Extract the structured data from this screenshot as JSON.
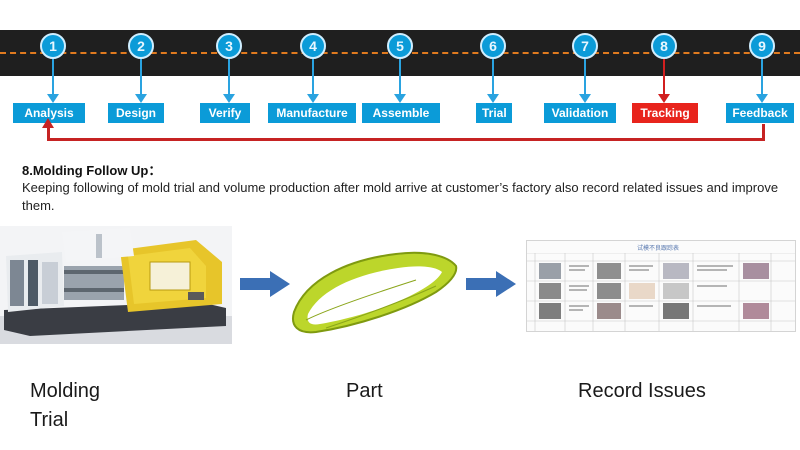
{
  "process": {
    "markers": [
      "1",
      "2",
      "3",
      "4",
      "5",
      "6",
      "7",
      "8",
      "9"
    ],
    "steps": [
      {
        "label": "Analysis"
      },
      {
        "label": "Design"
      },
      {
        "label": "Verify"
      },
      {
        "label": "Manufacture"
      },
      {
        "label": "Assemble"
      },
      {
        "label": "Trial"
      },
      {
        "label": "Validation"
      },
      {
        "label": "Tracking"
      },
      {
        "label": "Feedback"
      }
    ],
    "active_step": "Tracking",
    "colors": {
      "road": "#1f1f1f",
      "accent": "#0b9bd8",
      "active": "#e8241c",
      "loop": "#c62323",
      "dash": "#e07a1f"
    }
  },
  "section": {
    "heading": "8.Molding Follow Up：",
    "description": "Keeping following of mold trial and volume production after mold arrive at customer’s factory also record related issues and improve them."
  },
  "flow": {
    "items": [
      {
        "caption_line1": "Molding",
        "caption_line2": "Trial",
        "image": "injection-molding-machine"
      },
      {
        "caption_line1": "Part",
        "caption_line2": "",
        "image": "molded-part"
      },
      {
        "caption_line1": "Record Issues",
        "caption_line2": "",
        "image": "issue-record-sheet"
      }
    ],
    "sheet_title": "试模不良跟踪表"
  }
}
